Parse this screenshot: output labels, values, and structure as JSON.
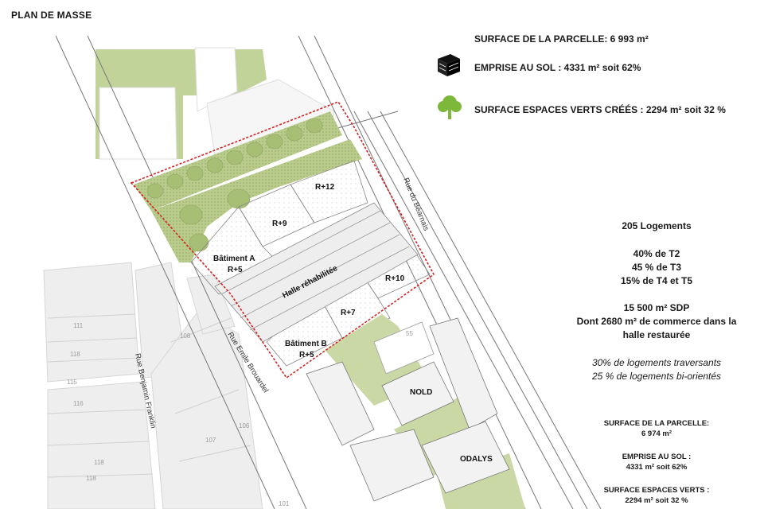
{
  "page_title": "PLAN DE MASSE",
  "legend": {
    "surface": "SURFACE DE LA PARCELLE: 6 993 m²",
    "emprise": "EMPRISE AU SOL : 4331 m² soit 62%",
    "espaces": "SURFACE ESPACES VERTS CRÉÉS : 2294 m² soit 32 %",
    "emprise_icon": "building-block-icon",
    "espaces_icon": "tree-icon"
  },
  "stats": {
    "logements": "205 Logements",
    "t2": "40% de T2",
    "t3": "45 % de T3",
    "t4t5": "15% de T4 et T5",
    "sdp": "15 500 m² SDP",
    "commerce_1": "Dont 2680 m² de commerce dans la",
    "commerce_2": "halle restaurée",
    "traversants": "30% de logements traversants",
    "bi_orientes": "25 % de logements bi-orientés"
  },
  "summary": {
    "surface_label": "SURFACE DE LA PARCELLE:",
    "surface_value": "6 974 m²",
    "emprise_label": "EMPRISE AU SOL :",
    "emprise_value": "4331 m² soit 62%",
    "espaces_label": "SURFACE ESPACES VERTS :",
    "espaces_value": "2294 m² soit 32 %"
  },
  "plan": {
    "r12": "R+12",
    "r9": "R+9",
    "batiment_a": "Bâtiment A",
    "batiment_a_level": "R+5",
    "halle": "Halle réhabilitée",
    "r10": "R+10",
    "r7": "R+7",
    "batiment_b": "Bâtiment B",
    "batiment_b_level": "R+5",
    "nold": "NOLD",
    "odalys": "ODALYS",
    "rue_bearnais": "Rue du Béarnais",
    "rue_brouardel": "Rue Emile Brouardel",
    "rue_franklin": "Rue Benjamin Franklin",
    "parcels": [
      "111",
      "118",
      "115",
      "116",
      "108",
      "107",
      "106",
      "118",
      "118",
      "101",
      "55"
    ]
  },
  "colors": {
    "green": "#b9cc8c",
    "green_light": "#d9e3bf",
    "boundary": "#d42020",
    "gray_block": "#ececec"
  }
}
